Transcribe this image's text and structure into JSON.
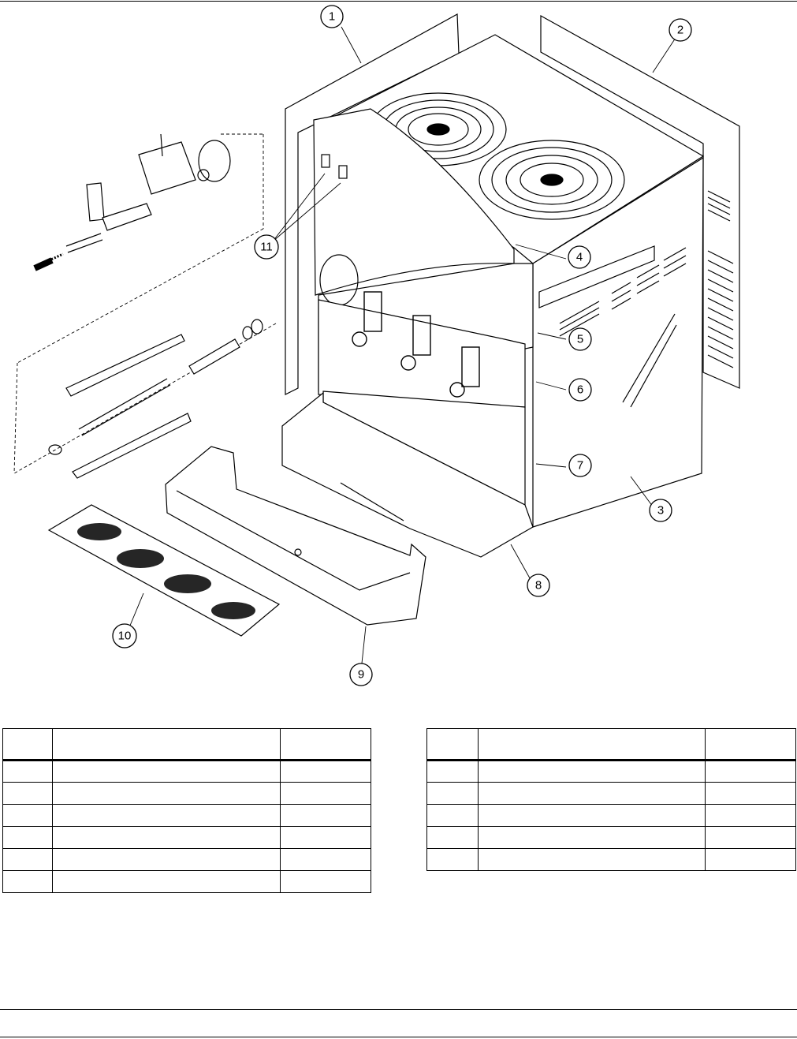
{
  "callouts": [
    {
      "n": "1"
    },
    {
      "n": "2"
    },
    {
      "n": "3"
    },
    {
      "n": "4"
    },
    {
      "n": "5"
    },
    {
      "n": "6"
    },
    {
      "n": "7"
    },
    {
      "n": "8"
    },
    {
      "n": "9"
    },
    {
      "n": "10"
    },
    {
      "n": "11"
    }
  ],
  "left_table": {
    "headers": [
      "",
      "",
      ""
    ],
    "rows": [
      [
        "",
        "",
        ""
      ],
      [
        "",
        "",
        ""
      ],
      [
        "",
        "",
        ""
      ],
      [
        "",
        "",
        ""
      ],
      [
        "",
        "",
        ""
      ],
      [
        "",
        "",
        ""
      ]
    ]
  },
  "right_table": {
    "headers": [
      "",
      "",
      ""
    ],
    "rows": [
      [
        "",
        "",
        ""
      ],
      [
        "",
        "",
        ""
      ],
      [
        "",
        "",
        ""
      ],
      [
        "",
        "",
        ""
      ],
      [
        "",
        "",
        ""
      ]
    ]
  },
  "footer": {
    "text": ""
  }
}
